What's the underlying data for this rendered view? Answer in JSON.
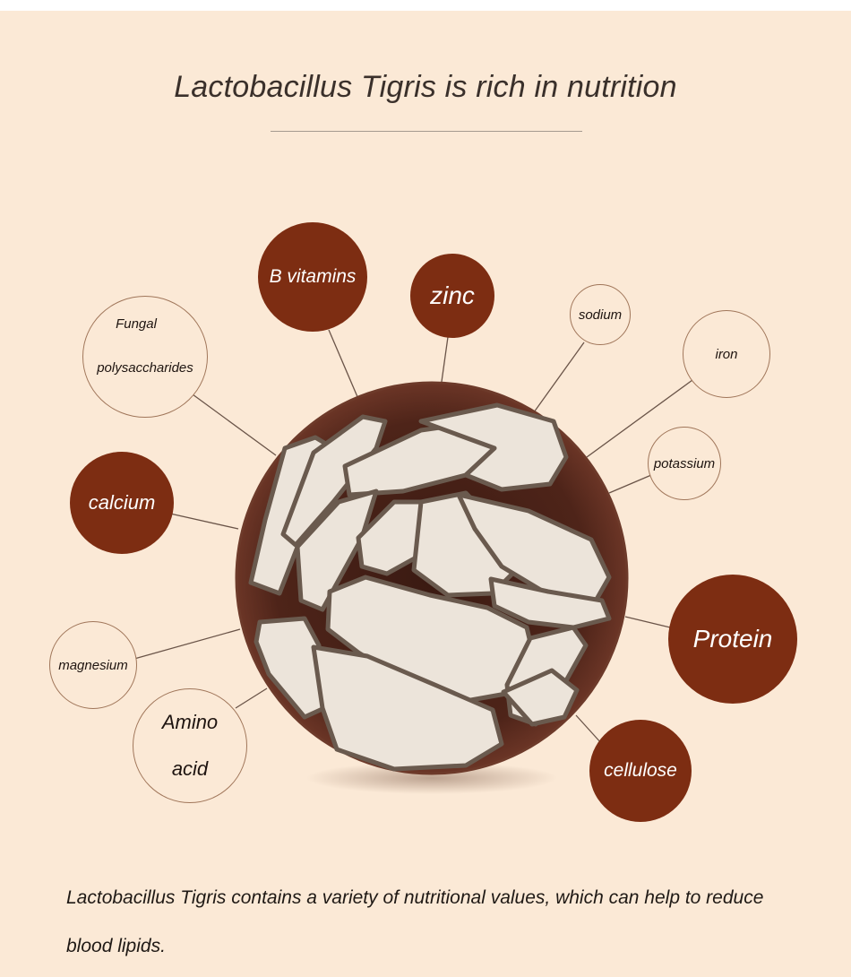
{
  "title": "Lactobacillus Tigris is rich in nutrition",
  "description": "Lactobacillus Tigris contains a variety of nutritional values, which can help to reduce blood lipids.",
  "colors": {
    "background": "#fbe9d6",
    "accent": "#7d2d12",
    "outline": "#a0765a",
    "bowl": "#5a2b20"
  },
  "nutrients": {
    "b_vitamins": "B vitamins",
    "zinc": "zinc",
    "sodium": "sodium",
    "fungal_1": "Fungal",
    "fungal_2": "polysaccharides",
    "iron": "iron",
    "potassium": "potassium",
    "calcium": "calcium",
    "protein": "Protein",
    "magnesium": "magnesium",
    "amino_1": "Amino",
    "amino_2": "acid",
    "cellulose": "cellulose"
  }
}
